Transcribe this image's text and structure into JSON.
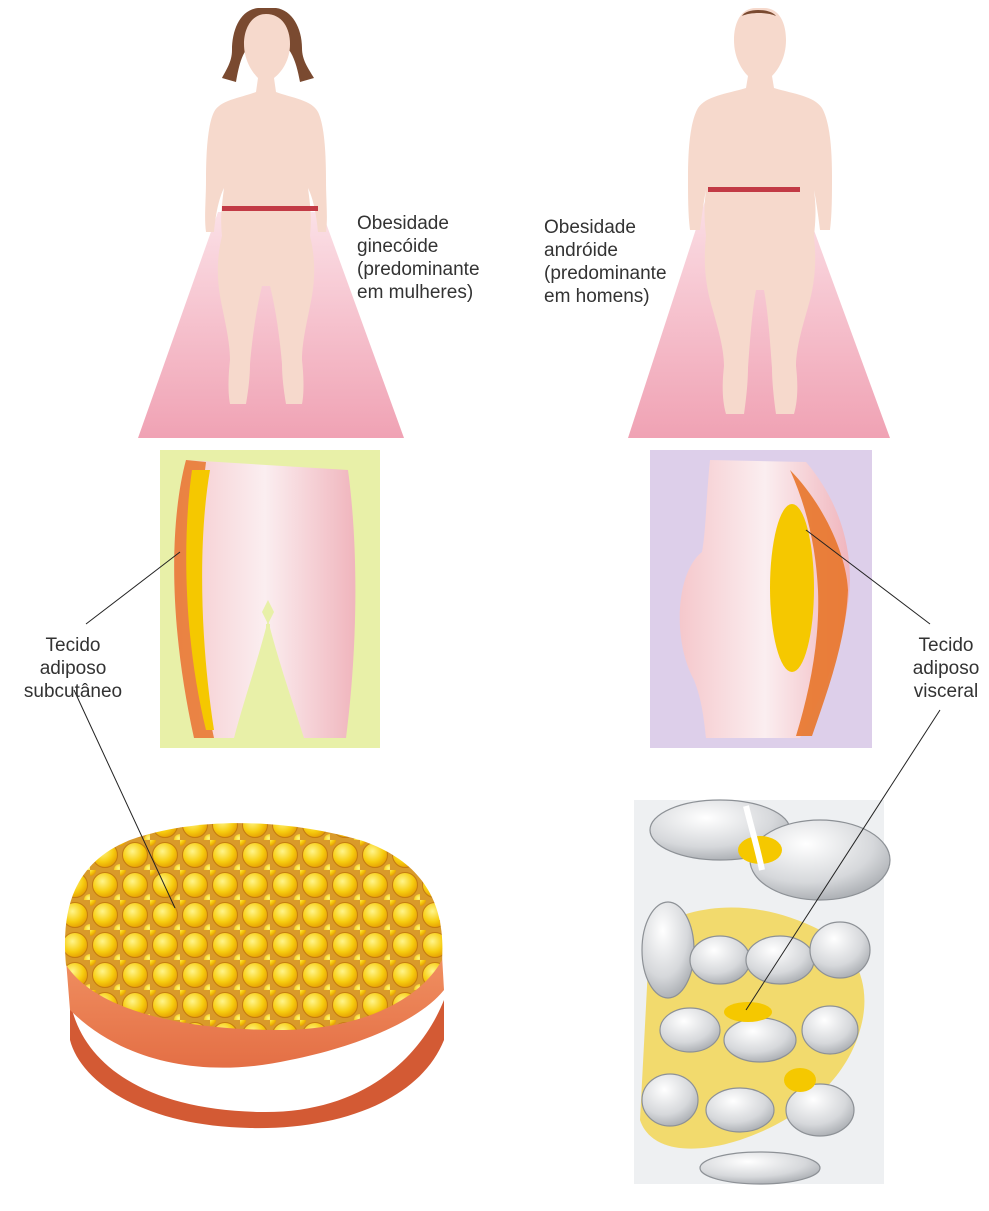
{
  "labels": {
    "gynoid": [
      "Obesidade",
      "ginecóide",
      "(predominante",
      "em mulheres)"
    ],
    "android": [
      "Obesidade",
      "andróide",
      "(predominante",
      "em homens)"
    ],
    "subcutaneous": [
      "Tecido",
      "adiposo",
      "subcutâneo"
    ],
    "visceral": [
      "Tecido",
      "adiposo",
      "visceral"
    ]
  },
  "colors": {
    "skin": "#f6d9cc",
    "waist_band": "#c23a45",
    "cone": "#f3a6b6",
    "panel_green": "#e8f0a8",
    "panel_lilac": "#ddcfea",
    "fat_yellow": "#f5c800",
    "fat_orange": "#e8762a",
    "intestine_gray": "#c9ccd0"
  }
}
